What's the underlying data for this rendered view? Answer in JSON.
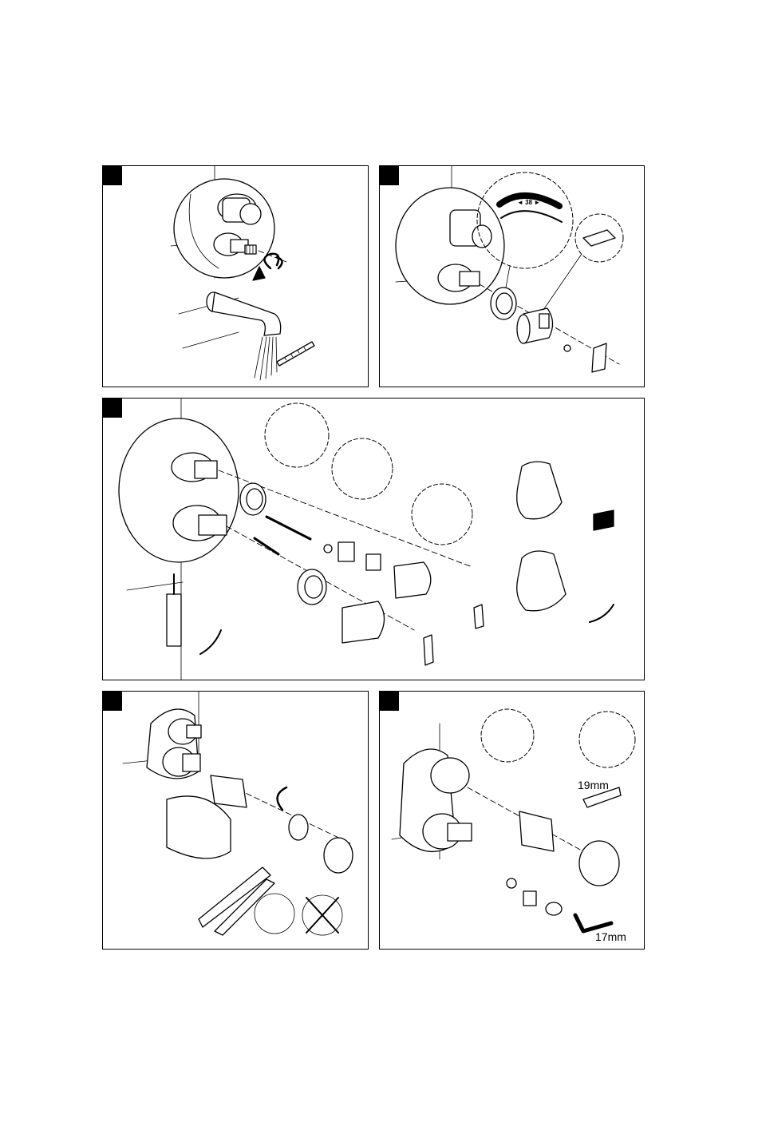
{
  "panels": [
    {
      "id": "step-1",
      "labels": {}
    },
    {
      "id": "step-2",
      "labels": {
        "scale": "◄ 38 ►"
      }
    },
    {
      "id": "step-3",
      "labels": {}
    },
    {
      "id": "step-4",
      "labels": {}
    },
    {
      "id": "step-5",
      "labels": {
        "wrench_a": "19mm",
        "wrench_b": "17mm"
      }
    }
  ],
  "colors": {
    "line": "#000000",
    "background": "#ffffff",
    "marker": "#000000"
  }
}
